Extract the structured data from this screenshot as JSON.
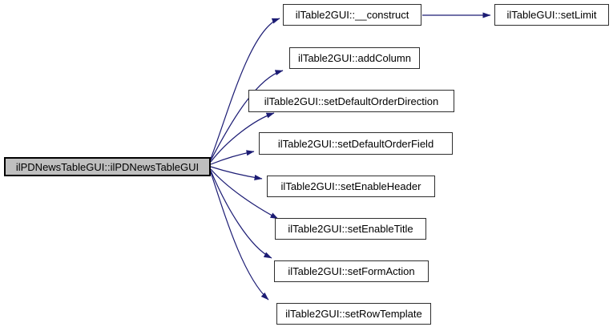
{
  "diagram": {
    "type": "doxygen-call-graph",
    "colors": {
      "edge": "#1c1c74",
      "node_border": "#2e2e2e",
      "node_fill": "#ffffff",
      "highlight_fill": "#bfbfbf",
      "highlight_border": "#000000",
      "background": "#ffffff",
      "text": "#000000"
    },
    "nodes": [
      {
        "id": "main",
        "label": "ilPDNewsTableGUI::ilPDNewsTableGUI",
        "highlighted": true
      },
      {
        "id": "construct",
        "label": "ilTable2GUI::__construct",
        "highlighted": false
      },
      {
        "id": "addColumn",
        "label": "ilTable2GUI::addColumn",
        "highlighted": false
      },
      {
        "id": "setDefaultOrderDirection",
        "label": "ilTable2GUI::setDefaultOrderDirection",
        "highlighted": false
      },
      {
        "id": "setDefaultOrderField",
        "label": "ilTable2GUI::setDefaultOrderField",
        "highlighted": false
      },
      {
        "id": "setEnableHeader",
        "label": "ilTable2GUI::setEnableHeader",
        "highlighted": false
      },
      {
        "id": "setEnableTitle",
        "label": "ilTable2GUI::setEnableTitle",
        "highlighted": false
      },
      {
        "id": "setFormAction",
        "label": "ilTable2GUI::setFormAction",
        "highlighted": false
      },
      {
        "id": "setRowTemplate",
        "label": "ilTable2GUI::setRowTemplate",
        "highlighted": false
      },
      {
        "id": "setLimit",
        "label": "ilTableGUI::setLimit",
        "highlighted": false
      }
    ],
    "edges": [
      {
        "from": "ilPDNewsTableGUI::ilPDNewsTableGUI",
        "to": "ilTable2GUI::__construct"
      },
      {
        "from": "ilPDNewsTableGUI::ilPDNewsTableGUI",
        "to": "ilTable2GUI::addColumn"
      },
      {
        "from": "ilPDNewsTableGUI::ilPDNewsTableGUI",
        "to": "ilTable2GUI::setDefaultOrderDirection"
      },
      {
        "from": "ilPDNewsTableGUI::ilPDNewsTableGUI",
        "to": "ilTable2GUI::setDefaultOrderField"
      },
      {
        "from": "ilPDNewsTableGUI::ilPDNewsTableGUI",
        "to": "ilTable2GUI::setEnableHeader"
      },
      {
        "from": "ilPDNewsTableGUI::ilPDNewsTableGUI",
        "to": "ilTable2GUI::setEnableTitle"
      },
      {
        "from": "ilPDNewsTableGUI::ilPDNewsTableGUI",
        "to": "ilTable2GUI::setFormAction"
      },
      {
        "from": "ilPDNewsTableGUI::ilPDNewsTableGUI",
        "to": "ilTable2GUI::setRowTemplate"
      },
      {
        "from": "ilTable2GUI::__construct",
        "to": "ilTableGUI::setLimit"
      }
    ]
  }
}
